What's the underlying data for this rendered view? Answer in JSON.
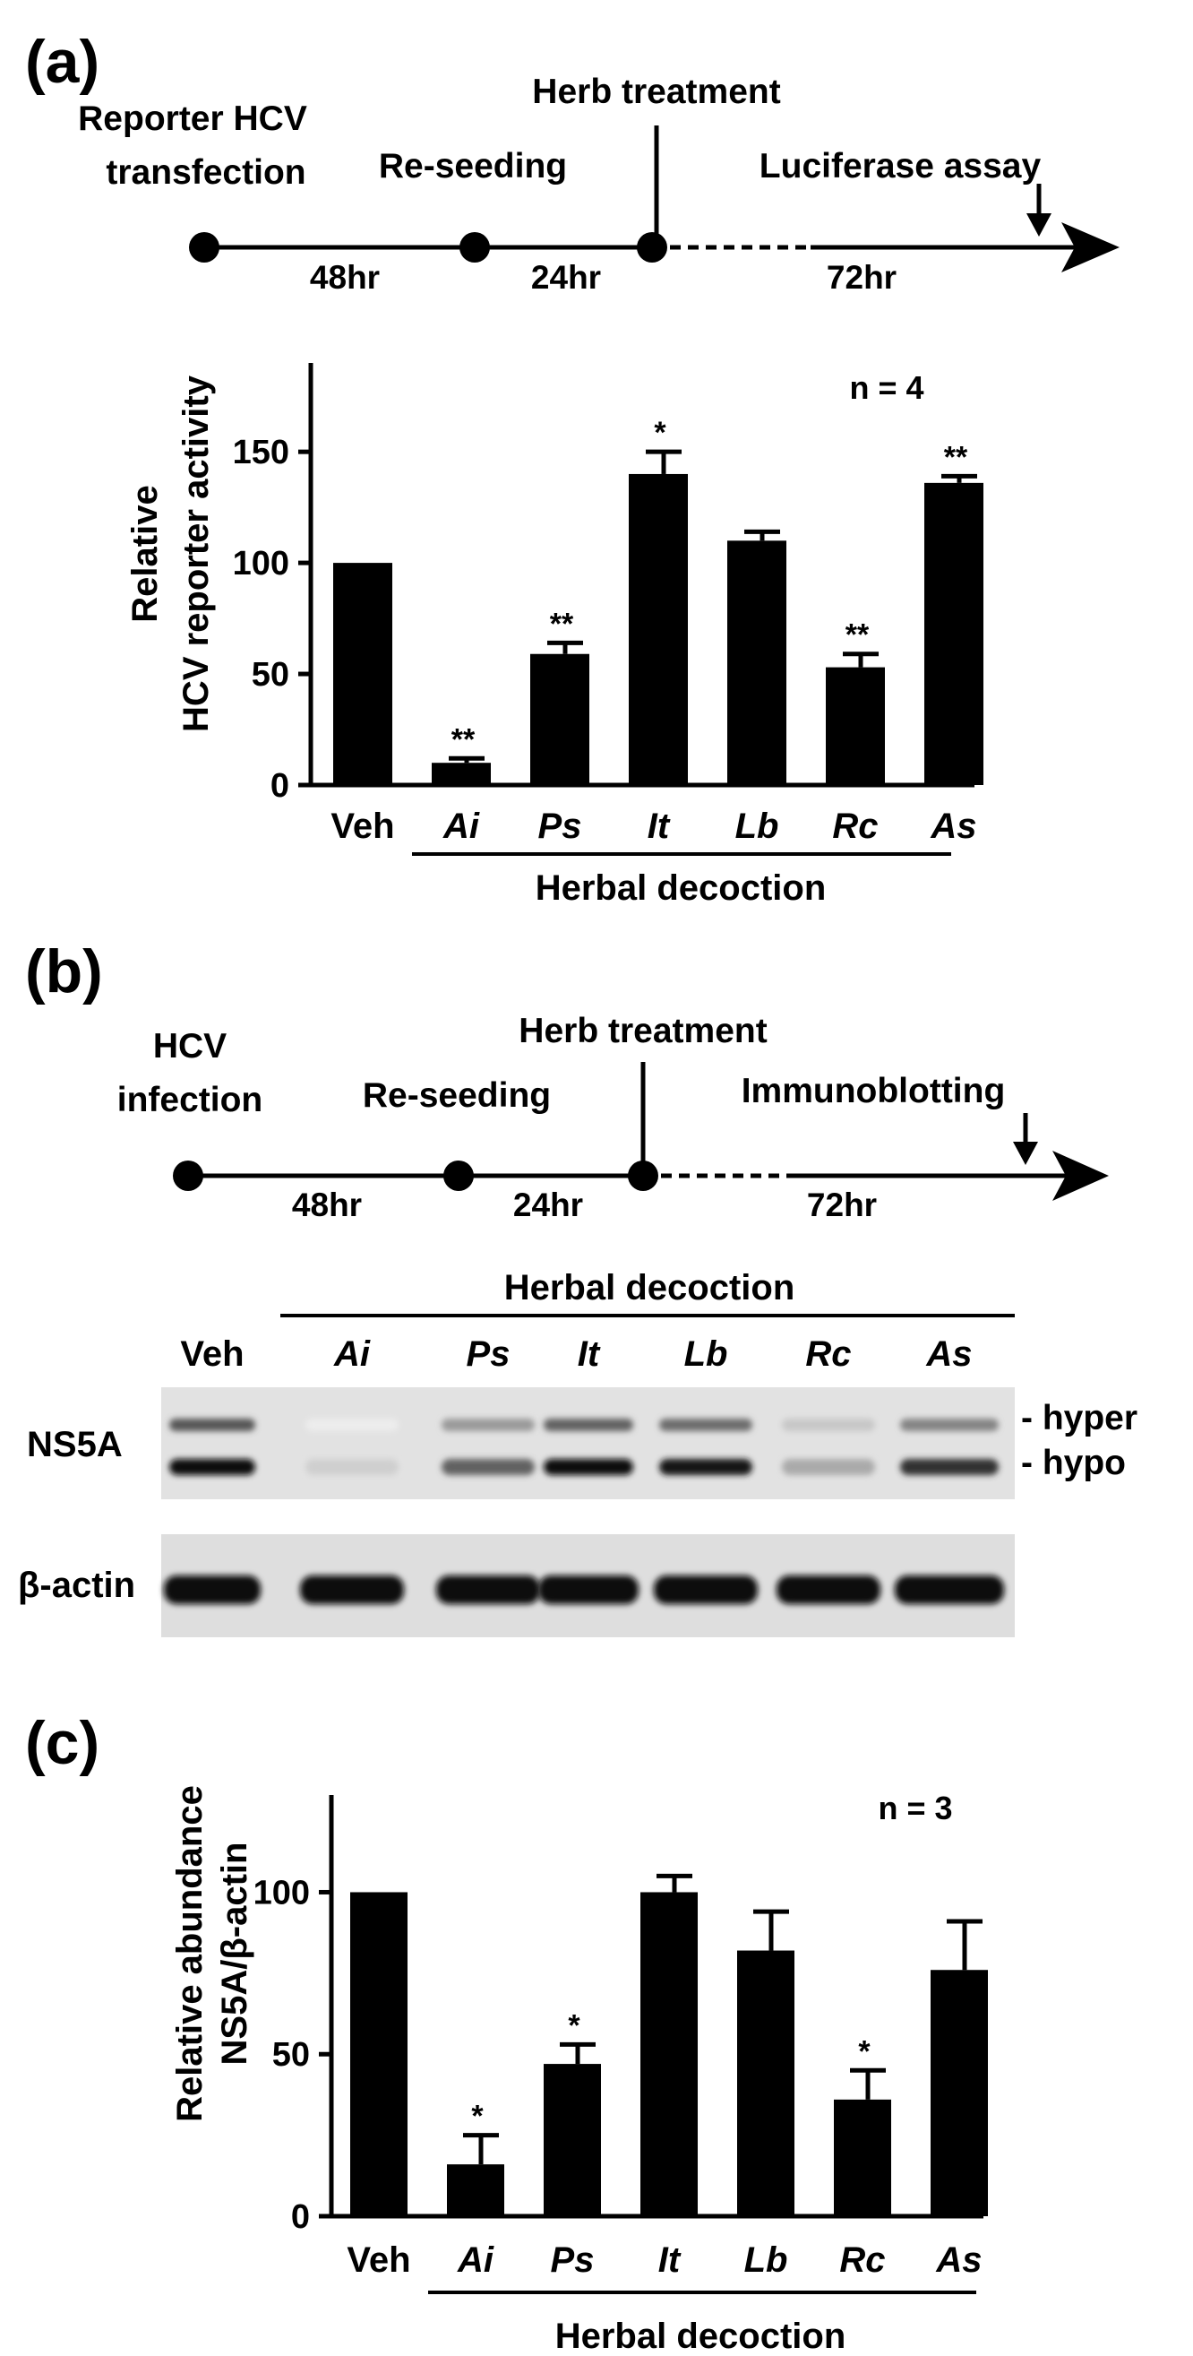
{
  "panel_a": {
    "label": "(a)",
    "timeline": {
      "step1": [
        "Reporter HCV",
        "transfection"
      ],
      "step2": "Re-seeding",
      "step3": "Herb treatment",
      "step4": "Luciferase assay",
      "intervals": [
        "48hr",
        "24hr",
        "72hr"
      ]
    },
    "n_label": "n = 4",
    "ylabel": [
      "Relative",
      "HCV reporter activity"
    ],
    "group_label": "Herbal decoction"
  },
  "panel_b": {
    "label": "(b)",
    "timeline": {
      "step1": [
        "HCV",
        "infection"
      ],
      "step2": "Re-seeding",
      "step3": "Herb treatment",
      "step4": "Immunoblotting",
      "intervals": [
        "48hr",
        "24hr",
        "72hr"
      ]
    },
    "group_label": "Herbal decoction",
    "lanes": [
      "Veh",
      "Ai",
      "Ps",
      "It",
      "Lb",
      "Rc",
      "As"
    ],
    "blot_rows": [
      "NS5A",
      "β-actin"
    ],
    "band_labels": [
      "- hyper",
      "- hypo"
    ]
  },
  "panel_c": {
    "label": "(c)",
    "n_label": "n = 3",
    "ylabel": [
      "Relative abundance",
      "NS5A/β-actin"
    ],
    "group_label": "Herbal decoction"
  },
  "chart_data": [
    {
      "type": "bar",
      "categories": [
        "Veh",
        "Ai",
        "Ps",
        "It",
        "Lb",
        "Rc",
        "As"
      ],
      "values": [
        100,
        10,
        59,
        140,
        110,
        53,
        136
      ],
      "errors": [
        0,
        2,
        5,
        10,
        4,
        6,
        3
      ],
      "significance": [
        "",
        "**",
        "**",
        "*",
        "",
        "**",
        "**"
      ],
      "ylim": [
        0,
        190
      ],
      "yticks": [
        0,
        50,
        100,
        150
      ],
      "ylabel": "Relative HCV reporter activity",
      "xlabel": "Herbal decoction"
    },
    {
      "type": "bar",
      "categories": [
        "Veh",
        "Ai",
        "Ps",
        "It",
        "Lb",
        "Rc",
        "As"
      ],
      "values": [
        100,
        16,
        47,
        100,
        82,
        36,
        76
      ],
      "errors": [
        0,
        9,
        6,
        5,
        12,
        9,
        15
      ],
      "significance": [
        "",
        "*",
        "*",
        "",
        "",
        "*",
        ""
      ],
      "ylim": [
        0,
        130
      ],
      "yticks": [
        0,
        50,
        100
      ],
      "ylabel": "Relative abundance NS5A/β-actin",
      "xlabel": "Herbal decoction"
    }
  ],
  "blot_data": {
    "ns5a_hyper": [
      0.75,
      0.08,
      0.45,
      0.7,
      0.65,
      0.25,
      0.55
    ],
    "ns5a_hypo": [
      1.0,
      0.2,
      0.65,
      1.0,
      0.95,
      0.35,
      0.85
    ],
    "actin": [
      1.0,
      1.0,
      1.0,
      1.0,
      1.0,
      1.0,
      1.0
    ]
  }
}
